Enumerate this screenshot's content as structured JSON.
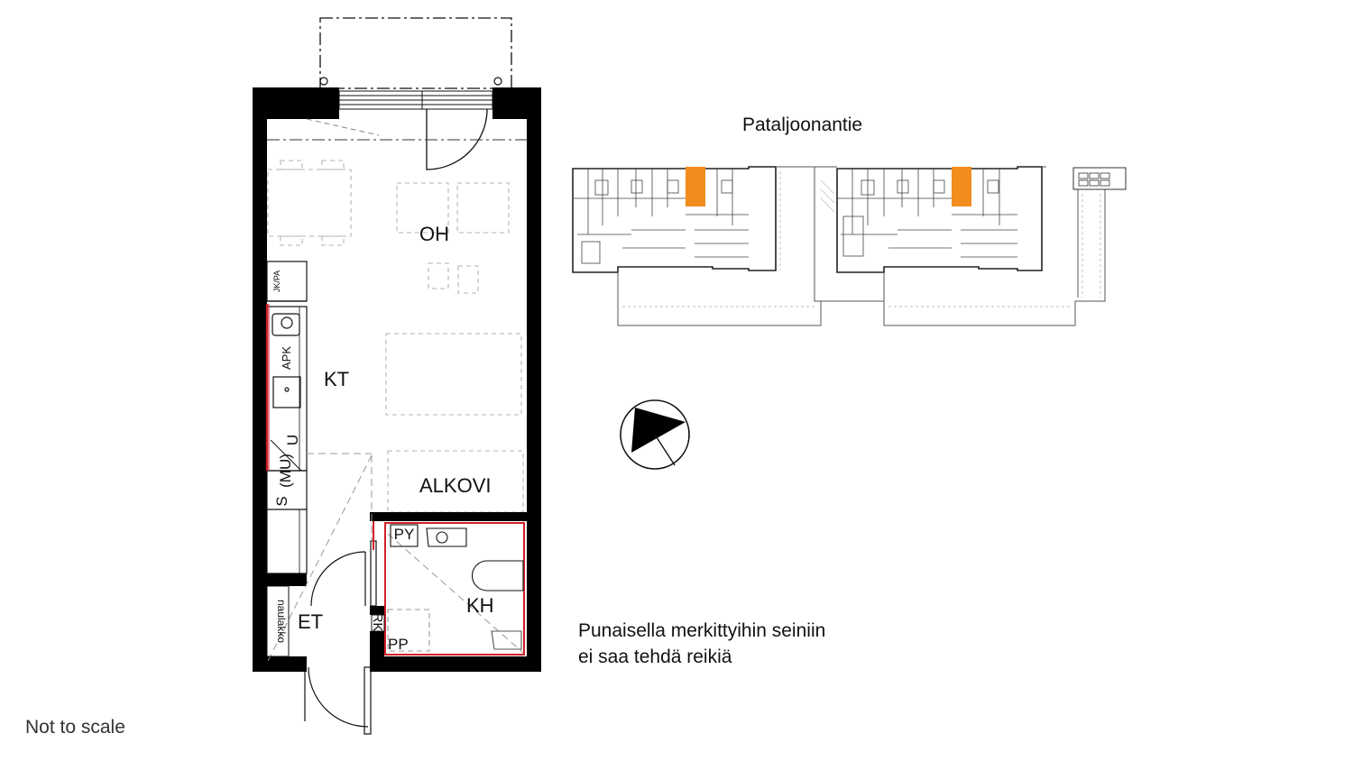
{
  "labels": {
    "not_to_scale": "Not to scale",
    "street_name": "Pataljoonantie",
    "warning_line1": "Punaisella merkittyihin seiniin",
    "warning_line2": "ei saa tehdä reikiä"
  },
  "rooms": {
    "oh": "OH",
    "kt": "KT",
    "alkovi": "ALKOVI",
    "kh": "KH",
    "et": "ET"
  },
  "fixtures": {
    "jkpa": "JK/PA",
    "apk": "APK",
    "u": "U",
    "mu": "(MU)",
    "s": "S",
    "py": "PY",
    "rk": "RK",
    "pp": "PP",
    "naulakko": "naulakko"
  },
  "colors": {
    "wall": "#000000",
    "no_drill_wall": "#d0202a",
    "highlight_apartment": "#f28c1c",
    "furniture": "#b5b5b5"
  }
}
